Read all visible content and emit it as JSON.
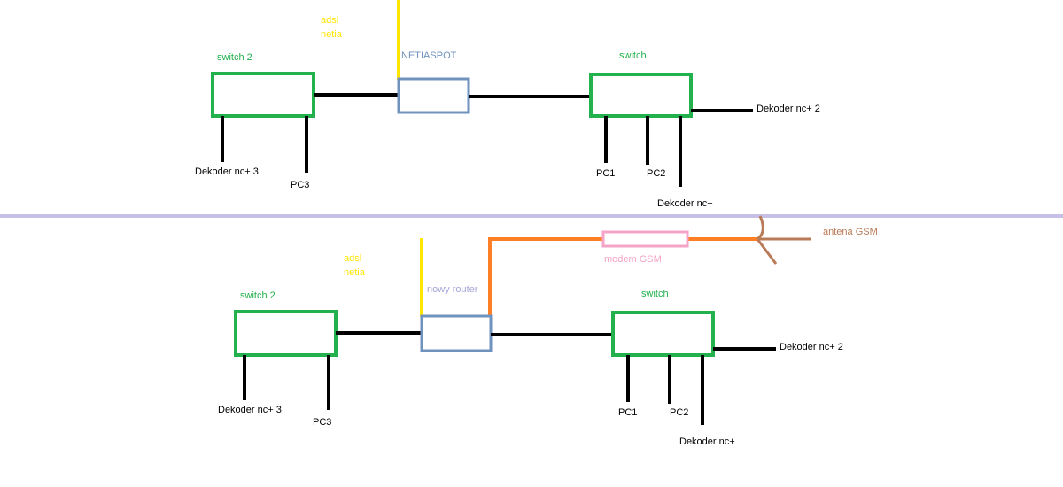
{
  "colors": {
    "switch": "#22b14c",
    "router": "#7092be",
    "adsl": "#ffe600",
    "modem": "#f5a3c6",
    "gsm_line": "#ff7f27",
    "antenna": "#b97a57",
    "divider": "#c8bfe7",
    "wire": "#000000"
  },
  "top": {
    "adsl_label": [
      "adsl",
      "netia"
    ],
    "router_label": "NETIASPOT",
    "switch2_label": "switch 2",
    "switch_label": "switch",
    "dekoder3": "Dekoder nc+ 3",
    "pc3": "PC3",
    "pc1": "PC1",
    "pc2": "PC2",
    "dekoder2": "Dekoder nc+ 2",
    "dekoder": "Dekoder nc+"
  },
  "bottom": {
    "adsl_label": [
      "adsl",
      "netia"
    ],
    "router_label": "nowy router",
    "switch2_label": "switch 2",
    "switch_label": "switch",
    "dekoder3": "Dekoder nc+ 3",
    "pc3": "PC3",
    "pc1": "PC1",
    "pc2": "PC2",
    "dekoder2": "Dekoder nc+ 2",
    "dekoder": "Dekoder nc+",
    "modem_label": "modem GSM",
    "antenna_label": "antena GSM"
  }
}
